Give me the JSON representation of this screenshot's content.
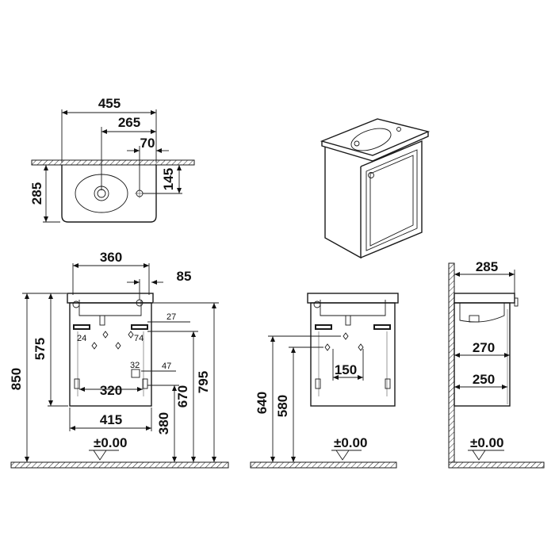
{
  "top_view": {
    "width": "455",
    "tap_offset": "265",
    "overflow_offset": "70",
    "depth": "285",
    "tap_depth": "145"
  },
  "front_view": {
    "inner_width": "360",
    "edge_offset": "85",
    "small_offset": "27",
    "bracket_left": "24",
    "bracket_right": "74",
    "small_height": "32",
    "small_offset_2": "47",
    "bracket_width": "320",
    "cabinet_width": "415",
    "total_height": "850",
    "top_drop": "575",
    "bottom_height": "380",
    "mid_height": "670",
    "top_height": "795",
    "datum": "±0.00"
  },
  "back_view": {
    "drain_span": "150",
    "height_640": "640",
    "height_580": "580",
    "datum": "±0.00"
  },
  "side_view": {
    "depth_total": "285",
    "depth_270": "270",
    "depth_250": "250",
    "datum": "±0.00"
  }
}
